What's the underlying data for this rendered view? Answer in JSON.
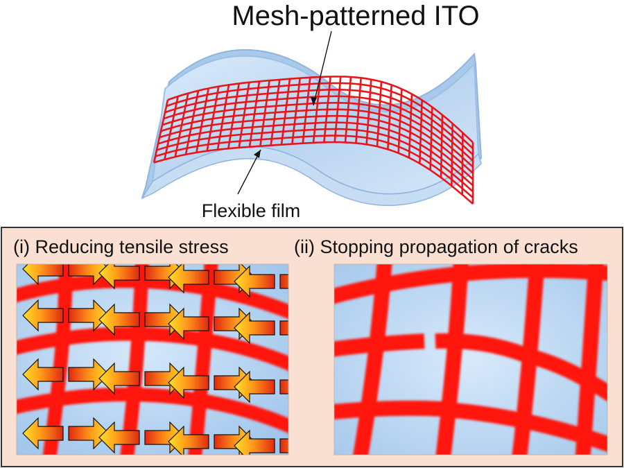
{
  "title_label": "Mesh-patterned ITO",
  "film_label": "Flexible film",
  "panels": [
    {
      "label": "(i) Reducing tensile stress"
    },
    {
      "label": "(ii) Stopping propagation of cracks"
    }
  ],
  "colors": {
    "mesh_red": "#e8161b",
    "film_blue": "#bcd8f2",
    "film_edge": "#9cbfe3",
    "panel_bg": "#f9e0d2",
    "arrow_hot": "#e02a10",
    "arrow_warm": "#ffd21f"
  }
}
